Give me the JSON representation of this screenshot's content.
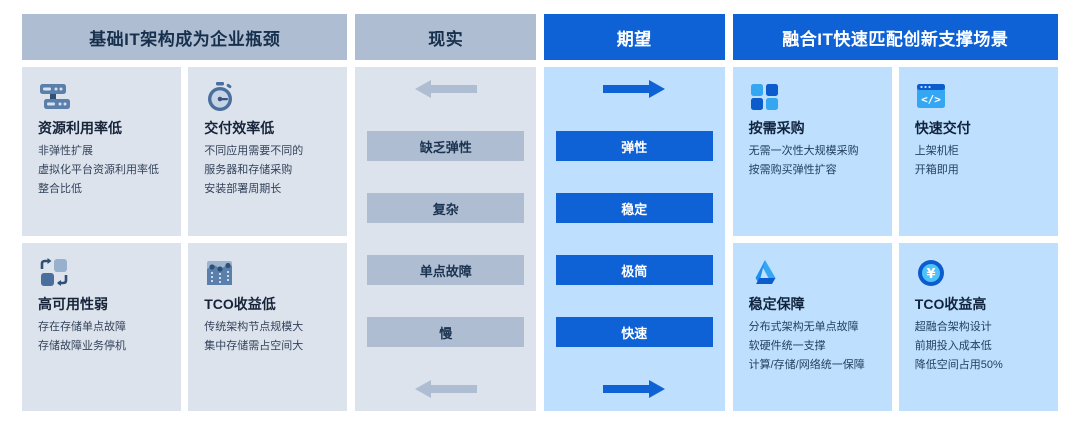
{
  "columns": {
    "left": {
      "header": "基础IT架构成为企业瓶颈",
      "header_bg": "#aebdd1",
      "card_bg": "#dde3ec",
      "cards": [
        {
          "icon": "server-rack-icon",
          "title": "资源利用率低",
          "lines": [
            "非弹性扩展",
            "虚拟化平台资源利用率低",
            "整合比低"
          ]
        },
        {
          "icon": "stopwatch-icon",
          "title": "交付效率低",
          "lines": [
            "不同应用需要不同的",
            "服务器和存储采购",
            "安装部署周期长"
          ]
        },
        {
          "icon": "failover-swap-icon",
          "title": "高可用性弱",
          "lines": [
            "存在存储单点故障",
            "存储故障业务停机"
          ]
        },
        {
          "icon": "data-center-cost-icon",
          "title": "TCO收益低",
          "lines": [
            "传统架构节点规模大",
            "集中存储需占空间大"
          ]
        }
      ]
    },
    "reality": {
      "header": "现实",
      "header_bg": "#aebdd1",
      "panel_bg": "#dde3ec",
      "arrow_color": "#aebdd1",
      "arrow_top": "arrow-left-icon",
      "arrow_bottom": "arrow-left-icon",
      "pills": [
        "缺乏弹性",
        "复杂",
        "单点故障",
        "慢"
      ]
    },
    "expect": {
      "header": "期望",
      "header_bg": "#0f62d6",
      "panel_bg": "#bfdfff",
      "arrow_color": "#0f62d6",
      "arrow_top": "arrow-right-icon",
      "arrow_bottom": "arrow-right-icon",
      "pills": [
        "弹性",
        "稳定",
        "极简",
        "快速"
      ]
    },
    "right": {
      "header": "融合IT快速匹配创新支撑场景",
      "header_bg": "#0f62d6",
      "card_bg": "#bfdfff",
      "cards": [
        {
          "icon": "four-squares-icon",
          "title": "按需采购",
          "lines": [
            "无需一次性大规模采购",
            "按需购买弹性扩容"
          ]
        },
        {
          "icon": "code-window-icon",
          "title": "快速交付",
          "lines": [
            "上架机柜",
            "开箱即用"
          ]
        },
        {
          "icon": "drive-triangle-icon",
          "title": "稳定保障",
          "lines": [
            "分布式架构无单点故障",
            "软硬件统一支撑",
            "计算/存储/网络统一保障"
          ]
        },
        {
          "icon": "yuan-coin-icon",
          "title": "TCO收益高",
          "lines": [
            "超融合架构设计",
            "前期投入成本低",
            "降低空间占用50%"
          ]
        }
      ]
    }
  },
  "palette": {
    "grey_header": "#aebdd1",
    "grey_card": "#dde3ec",
    "blue_header": "#0f62d6",
    "blue_card": "#bfdfff",
    "icon_dark_blue": "#3f6595",
    "icon_light_blue": "#8fa8c6",
    "accent_blue": "#1a73e8",
    "accent_light": "#4fc3f7",
    "page_bg": "#ffffff"
  }
}
